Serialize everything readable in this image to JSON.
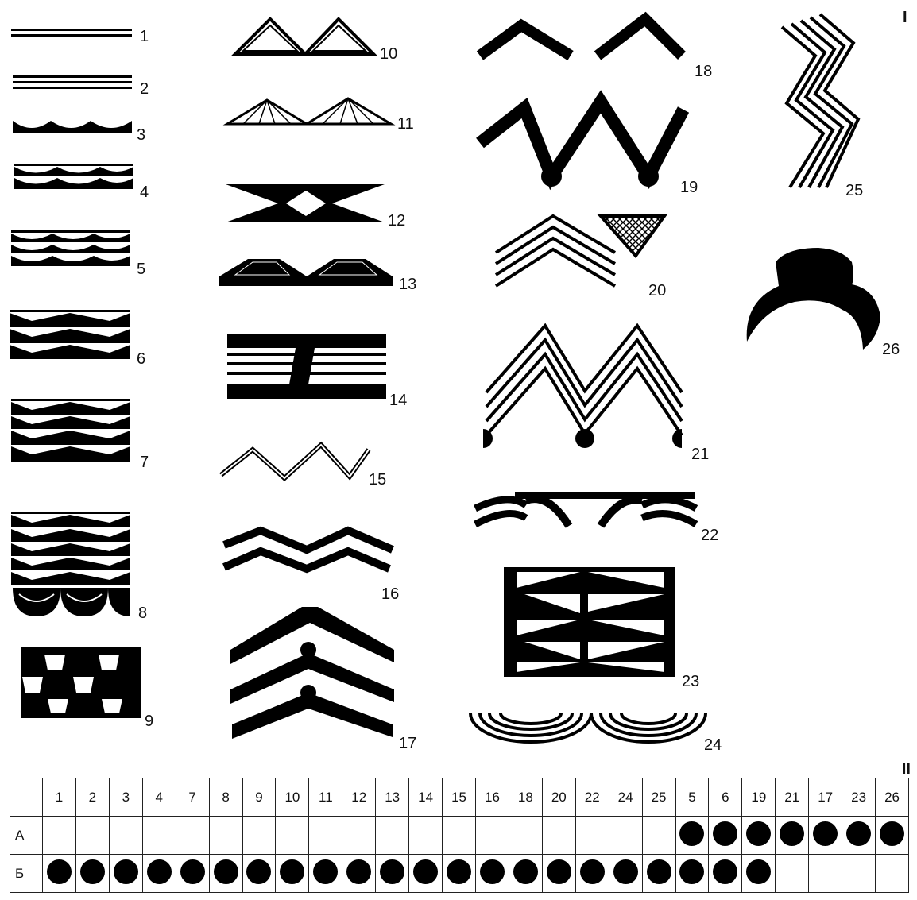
{
  "section_labels": {
    "top": "I",
    "bottom": "II"
  },
  "figure_numbers": [
    "1",
    "2",
    "3",
    "4",
    "5",
    "6",
    "7",
    "8",
    "9",
    "10",
    "11",
    "12",
    "13",
    "14",
    "15",
    "16",
    "17",
    "18",
    "19",
    "20",
    "21",
    "22",
    "23",
    "24",
    "25",
    "26"
  ],
  "table": {
    "columns": [
      "1",
      "2",
      "3",
      "4",
      "7",
      "8",
      "9",
      "10",
      "11",
      "12",
      "13",
      "14",
      "15",
      "16",
      "18",
      "20",
      "22",
      "24",
      "25",
      "5",
      "6",
      "19",
      "21",
      "17",
      "23",
      "26"
    ],
    "rows": [
      {
        "label": "А",
        "marks": [
          false,
          false,
          false,
          false,
          false,
          false,
          false,
          false,
          false,
          false,
          false,
          false,
          false,
          false,
          false,
          false,
          false,
          false,
          false,
          true,
          true,
          true,
          true,
          true,
          true,
          true
        ]
      },
      {
        "label": "Б",
        "marks": [
          true,
          true,
          true,
          true,
          true,
          true,
          true,
          true,
          true,
          true,
          true,
          true,
          true,
          true,
          true,
          true,
          true,
          true,
          true,
          true,
          true,
          true,
          false,
          false,
          false,
          false
        ]
      }
    ]
  }
}
